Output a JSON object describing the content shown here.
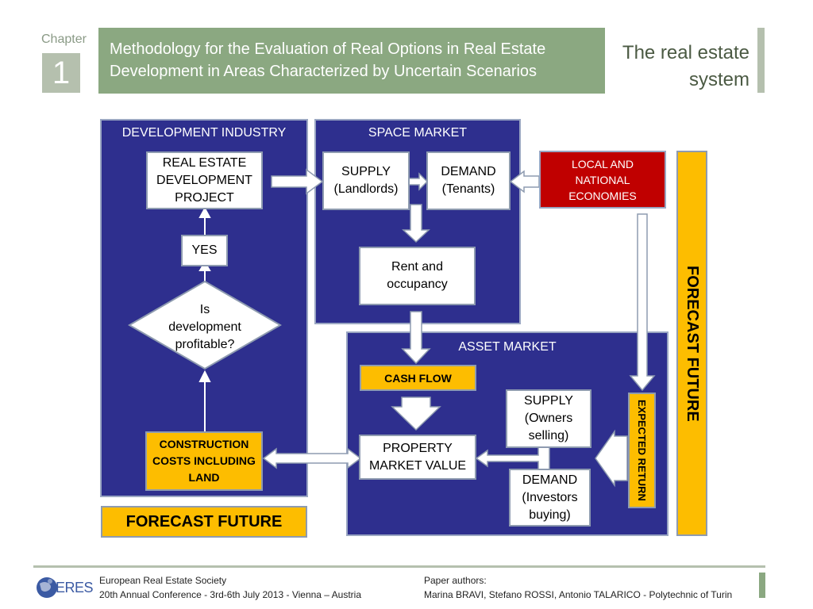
{
  "header": {
    "chapter_label": "Chapter",
    "chapter_number": "1",
    "title_line1": "Methodology for the Evaluation of Real Options in Real Estate",
    "title_line2": "Development in Areas Characterized by Uncertain Scenarios",
    "subtitle_line1": "The real estate",
    "subtitle_line2": "system"
  },
  "diagram": {
    "development_industry": {
      "title": "DEVELOPMENT INDUSTRY",
      "project_line1": "REAL ESTATE",
      "project_line2": "DEVELOPMENT",
      "project_line3": "PROJECT",
      "yes": "YES",
      "decision_line1": "Is",
      "decision_line2": "development",
      "decision_line3": "profitable?",
      "costs_line1": "CONSTRUCTION",
      "costs_line2": "COSTS INCLUDING",
      "costs_line3": "LAND"
    },
    "space_market": {
      "title": "SPACE MARKET",
      "supply_line1": "SUPPLY",
      "supply_line2": "(Landlords)",
      "demand_line1": "DEMAND",
      "demand_line2": "(Tenants)",
      "rent_line1": "Rent and",
      "rent_line2": "occupancy"
    },
    "economies": {
      "line1": "LOCAL AND",
      "line2": "NATIONAL",
      "line3": "ECONOMIES"
    },
    "asset_market": {
      "title": "ASSET MARKET",
      "cash_flow": "CASH FLOW",
      "value_line1": "PROPERTY",
      "value_line2": "MARKET VALUE",
      "supply_line1": "SUPPLY",
      "supply_line2": "(Owners",
      "supply_line3": "selling)",
      "demand_line1": "DEMAND",
      "demand_line2": "(Investors",
      "demand_line3": "buying)",
      "expected_return": "EXPECTED RETURN"
    },
    "forecast_bottom": "FORECAST FUTURE",
    "forecast_side": "FORECAST FUTURE"
  },
  "footer": {
    "logo_text": "ERES",
    "society": "European Real Estate Society",
    "conference": "20th Annual Conference - 3rd-6th July 2013 - Vienna – Austria",
    "authors_label": "Paper authors:",
    "authors": "Marina BRAVI, Stefano ROSSI, Antonio TALARICO - Polytechnic of Turin"
  },
  "colors": {
    "panel_blue": "#2e2f8e",
    "header_green": "#8ba881",
    "forecast_yellow": "#fdbd00",
    "economies_red": "#c00000"
  }
}
